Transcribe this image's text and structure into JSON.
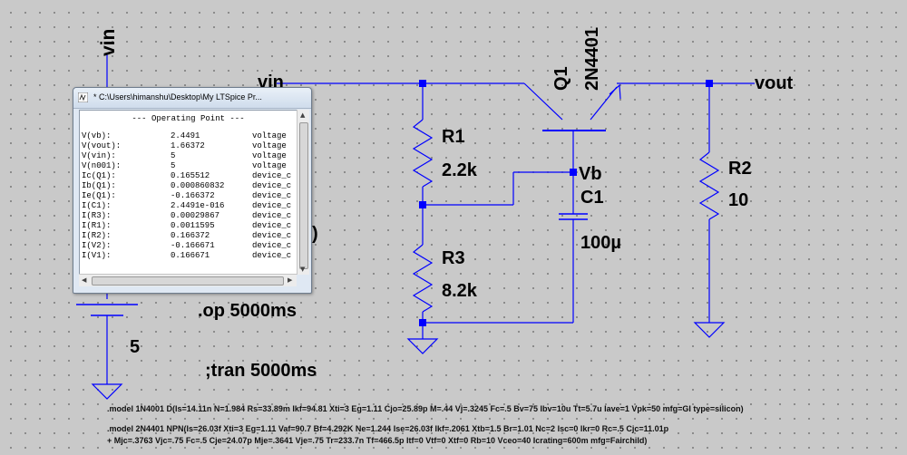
{
  "labels": {
    "vin_top": "vin",
    "vin_wire": "vin",
    "q1_ref": "Q1",
    "q1_model": "2N4401",
    "vout": "vout",
    "r1_name": "R1",
    "r1_value": "2.2k",
    "vb": "Vb",
    "c1_name": "C1",
    "c1_value": "100µ",
    "r2_name": "R2",
    "r2_value": "10",
    "r3_name": "R3",
    "r3_value": "8.2k",
    "v1_value": "5",
    "hidden_paren": ")",
    "op_directive": ".op 5000ms",
    "tran_directive": ";tran 5000ms"
  },
  "models": {
    "line1": ".model 1N4001 D(Is=14.11n N=1.984 Rs=33.89m Ikf=94.81 Xti=3 Eg=1.11 Cjo=25.89p M=.44 Vj=.3245 Fc=.5 Bv=75 Ibv=10u Tt=5.7u Iave=1 Vpk=50 mfg=GI type=silicon)",
    "line2": ".model 2N4401   NPN(Is=26.03f Xti=3 Eg=1.11 Vaf=90.7 Bf=4.292K Ne=1.244 Ise=26.03f Ikf=.2061 Xtb=1.5 Br=1.01 Nc=2 Isc=0 Ikr=0 Rc=.5 Cjc=11.01p",
    "line3": "+ Mjc=.3763 Vjc=.75 Fc=.5 Cje=24.07p Mje=.3641 Vje=.75 Tr=233.7n Tf=466.5p Itf=0 Vtf=0 Xtf=0 Rb=10 Vceo=40 Icrating=600m mfg=Fairchild)"
  },
  "op_window": {
    "title": "* C:\\Users\\himanshu\\Desktop\\My LTSpice Pr...",
    "header": "--- Operating Point ---",
    "rows": [
      {
        "name": "V(vb):",
        "value": "2.4491",
        "type": "voltage"
      },
      {
        "name": "V(vout):",
        "value": "1.66372",
        "type": "voltage"
      },
      {
        "name": "V(vin):",
        "value": "5",
        "type": "voltage"
      },
      {
        "name": "V(n001):",
        "value": "5",
        "type": "voltage"
      },
      {
        "name": "Ic(Q1):",
        "value": "0.165512",
        "type": "device_c"
      },
      {
        "name": "Ib(Q1):",
        "value": "0.000860832",
        "type": "device_c"
      },
      {
        "name": "Ie(Q1):",
        "value": "-0.166372",
        "type": "device_c"
      },
      {
        "name": "I(C1):",
        "value": "2.4491e-016",
        "type": "device_c"
      },
      {
        "name": "I(R3):",
        "value": "0.00029867",
        "type": "device_c"
      },
      {
        "name": "I(R1):",
        "value": "0.0011595",
        "type": "device_c"
      },
      {
        "name": "I(R2):",
        "value": "0.166372",
        "type": "device_c"
      },
      {
        "name": "I(V2):",
        "value": "-0.166671",
        "type": "device_c"
      },
      {
        "name": "I(V1):",
        "value": "0.166671",
        "type": "device_c"
      }
    ]
  },
  "colors": {
    "wire": "#0000ff",
    "node": "#0000ff",
    "background": "#c9c9c9"
  }
}
